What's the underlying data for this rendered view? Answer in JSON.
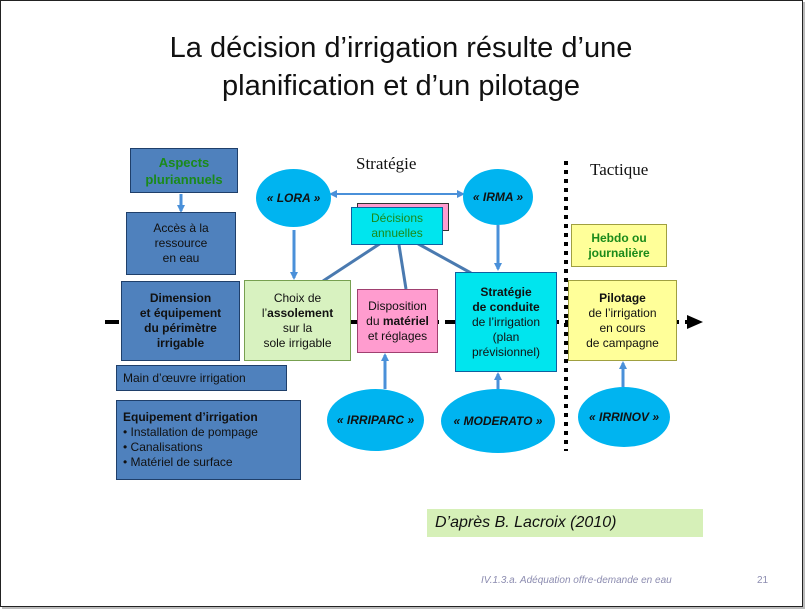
{
  "title": {
    "line1": "La décision d’irrigation résulte d’une",
    "line2": "planification et d’un pilotage"
  },
  "headings": {
    "strategie": "Stratégie",
    "tactique": "Tactique"
  },
  "boxes": {
    "aspects": "Aspects pluriannuels",
    "acces": [
      "Accès à la",
      "ressource",
      "en eau"
    ],
    "dimension": [
      "Dimension",
      "et équipement",
      "du périmètre",
      "irrigable"
    ],
    "main_oeuvre": "Main d’œuvre irrigation",
    "equipement": {
      "title": "Equipement d’irrigation",
      "items": [
        "Installation de pompage",
        "Canalisations",
        "Matériel de surface"
      ]
    },
    "choix": {
      "l1": "Choix de",
      "l2a": "l’",
      "l2b": "assolement",
      "l3": "sur la",
      "l4": "sole irrigable"
    },
    "decisions": [
      "Décisions",
      "annuelles"
    ],
    "disposition": {
      "l1": "Disposition",
      "l2a": "du ",
      "l2b": "matériel",
      "l3": "et réglages"
    },
    "strategie_conduite": {
      "l1": "Stratégie",
      "l2": "de conduite",
      "l3": "de l’irrigation",
      "l4": "(plan",
      "l5": "prévisionnel)"
    },
    "hebdo": [
      "Hebdo ou",
      "journalière"
    ],
    "pilotage": {
      "l1": "Pilotage",
      "l2": "de l’irrigation",
      "l3": "en cours",
      "l4": "de campagne"
    }
  },
  "tools": {
    "lora": "« LORA »",
    "irma": "« IRMA »",
    "irriparc": "« IRRIPARC »",
    "moderato": "« MODERATO »",
    "irrinov": "« IRRINOV »"
  },
  "reference": "D’après B. Lacroix (2010)",
  "footer": "IV.1.3.a. Adéquation offre-demande en eau",
  "page_number": "21",
  "colors": {
    "blue_box": "#4f81bd",
    "ellipse": "#00b4f0",
    "cyan_box": "#00e5ee",
    "pink_box": "#ff9ccf",
    "yellow_box": "#ffff99",
    "green_box": "#d8f2c0",
    "arrow": "#4a90d9",
    "aspects_text": "#1a8a1a"
  }
}
